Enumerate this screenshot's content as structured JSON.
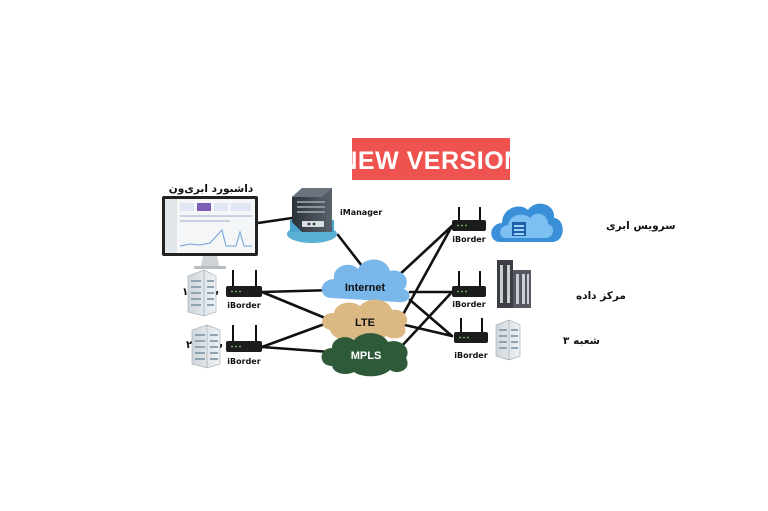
{
  "badge": {
    "text": "NEW VERSION",
    "color": "#ef5350"
  },
  "dashboard": {
    "label": "داشبورد ابری‌ون"
  },
  "manager": {
    "label": "iManager"
  },
  "clouds": {
    "internet": {
      "label": "Internet",
      "color": "#79b7ea"
    },
    "lte": {
      "label": "LTE",
      "color": "#e0bd88"
    },
    "mpls": {
      "label": "MPLS",
      "color": "#2f5a3a"
    }
  },
  "routers": {
    "left_top": {
      "label": "iBorder"
    },
    "left_bottom": {
      "label": "iBorder"
    },
    "right_top": {
      "label": "iBorder"
    },
    "right_mid": {
      "label": "iBorder"
    },
    "right_bottom": {
      "label": "iBorder"
    }
  },
  "sites": {
    "branch1": {
      "label": "شعبه ۱"
    },
    "branch2": {
      "label": "شعبه ۲"
    },
    "branch3": {
      "label": "شعبه ۳"
    },
    "cloud_service": {
      "label": "سرویس ابری"
    },
    "datacenter": {
      "label": "مرکز داده"
    }
  }
}
